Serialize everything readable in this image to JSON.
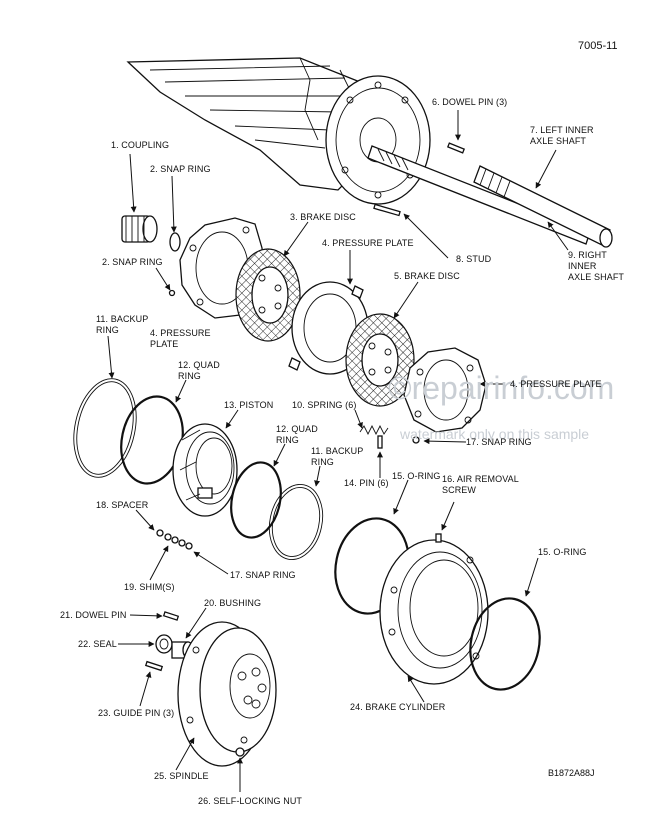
{
  "page_number": "7005-11",
  "figure_code": "B1872A88J",
  "watermark": {
    "site": "©repairinfo.com",
    "note": "watermark only on this sample"
  },
  "callouts": {
    "c1": "1. COUPLING",
    "c2a": "2. SNAP RING",
    "c2b": "2. SNAP RING",
    "c3": "3. BRAKE DISC",
    "c4a": "4. PRESSURE PLATE",
    "c4b": "4. PRESSURE\nPLATE",
    "c4c": "4. PRESSURE PLATE",
    "c5": "5. BRAKE DISC",
    "c6": "6. DOWEL PIN (3)",
    "c7": "7. LEFT INNER\nAXLE SHAFT",
    "c8": "8. STUD",
    "c9": "9. RIGHT\nINNER\nAXLE SHAFT",
    "c10": "10. SPRING (6)",
    "c11a": "11. BACKUP\nRING",
    "c11b": "11. BACKUP\nRING",
    "c12a": "12. QUAD\nRING",
    "c12b": "12. QUAD\nRING",
    "c13": "13. PISTON",
    "c14": "14. PIN (6)",
    "c15a": "15. O-RING",
    "c15b": "15. O-RING",
    "c16": "16. AIR REMOVAL\nSCREW",
    "c17a": "17. SNAP RING",
    "c17b": "17. SNAP RING",
    "c18": "18. SPACER",
    "c19": "19. SHIM(S)",
    "c20": "20. BUSHING",
    "c21": "21. DOWEL PIN",
    "c22": "22. SEAL",
    "c23": "23. GUIDE PIN (3)",
    "c24": "24. BRAKE CYLINDER",
    "c25": "25. SPINDLE",
    "c26": "26. SELF-LOCKING NUT"
  }
}
